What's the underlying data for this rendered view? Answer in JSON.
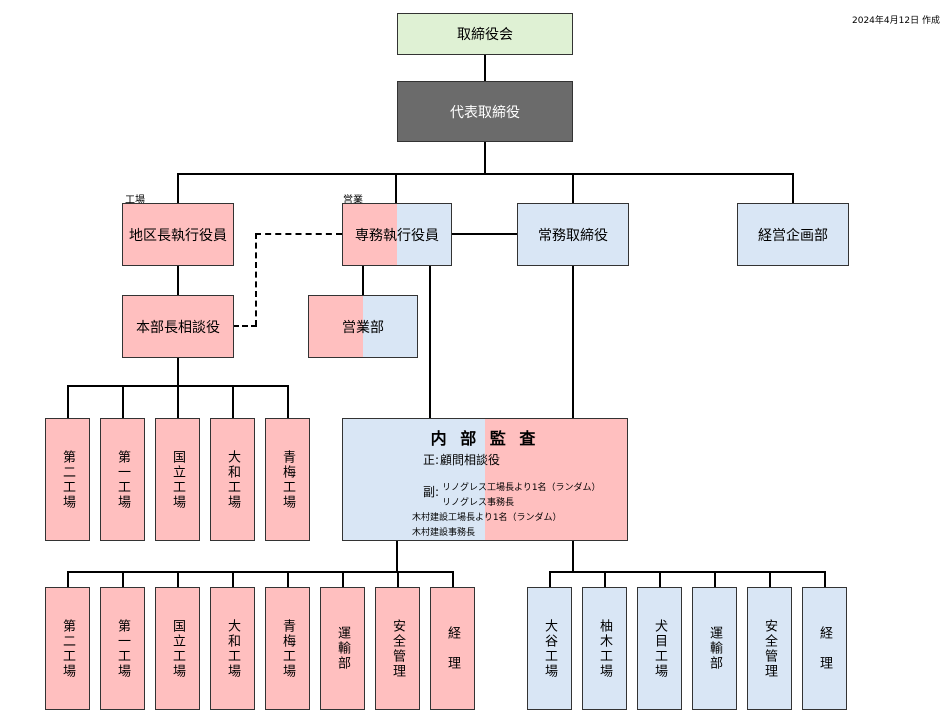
{
  "date": "2024年4月12日 作成",
  "board": "取締役会",
  "ceo": "代表取締役",
  "labels": {
    "factory": "工場",
    "sales": "営業"
  },
  "regional_exec": "地区長執行役員",
  "senior_exec": "専務執行役員",
  "managing_director": "常務取締役",
  "planning": "経営企画部",
  "advisor": "本部長相談役",
  "sales_dept": "営業部",
  "audit": {
    "title": "内 部 監 査",
    "primary_label": "正:",
    "primary": "顧問相談役",
    "deputy_label": "副:",
    "deputies": [
      "リノグレス工場長より1名（ランダム）",
      "リノグレス事務長",
      "木村建設工場長より1名（ランダム）",
      "木村建設事務長"
    ]
  },
  "factories_mid": [
    "第二工場",
    "第一工場",
    "国立工場",
    "大和工場",
    "青梅工場"
  ],
  "bottom_left": [
    "第二工場",
    "第一工場",
    "国立工場",
    "大和工場",
    "青梅工場",
    "運輸部",
    "安全管理",
    "経　理"
  ],
  "bottom_right": [
    "大谷工場",
    "柚木工場",
    "犬目工場",
    "運輸部",
    "安全管理",
    "経　理"
  ]
}
